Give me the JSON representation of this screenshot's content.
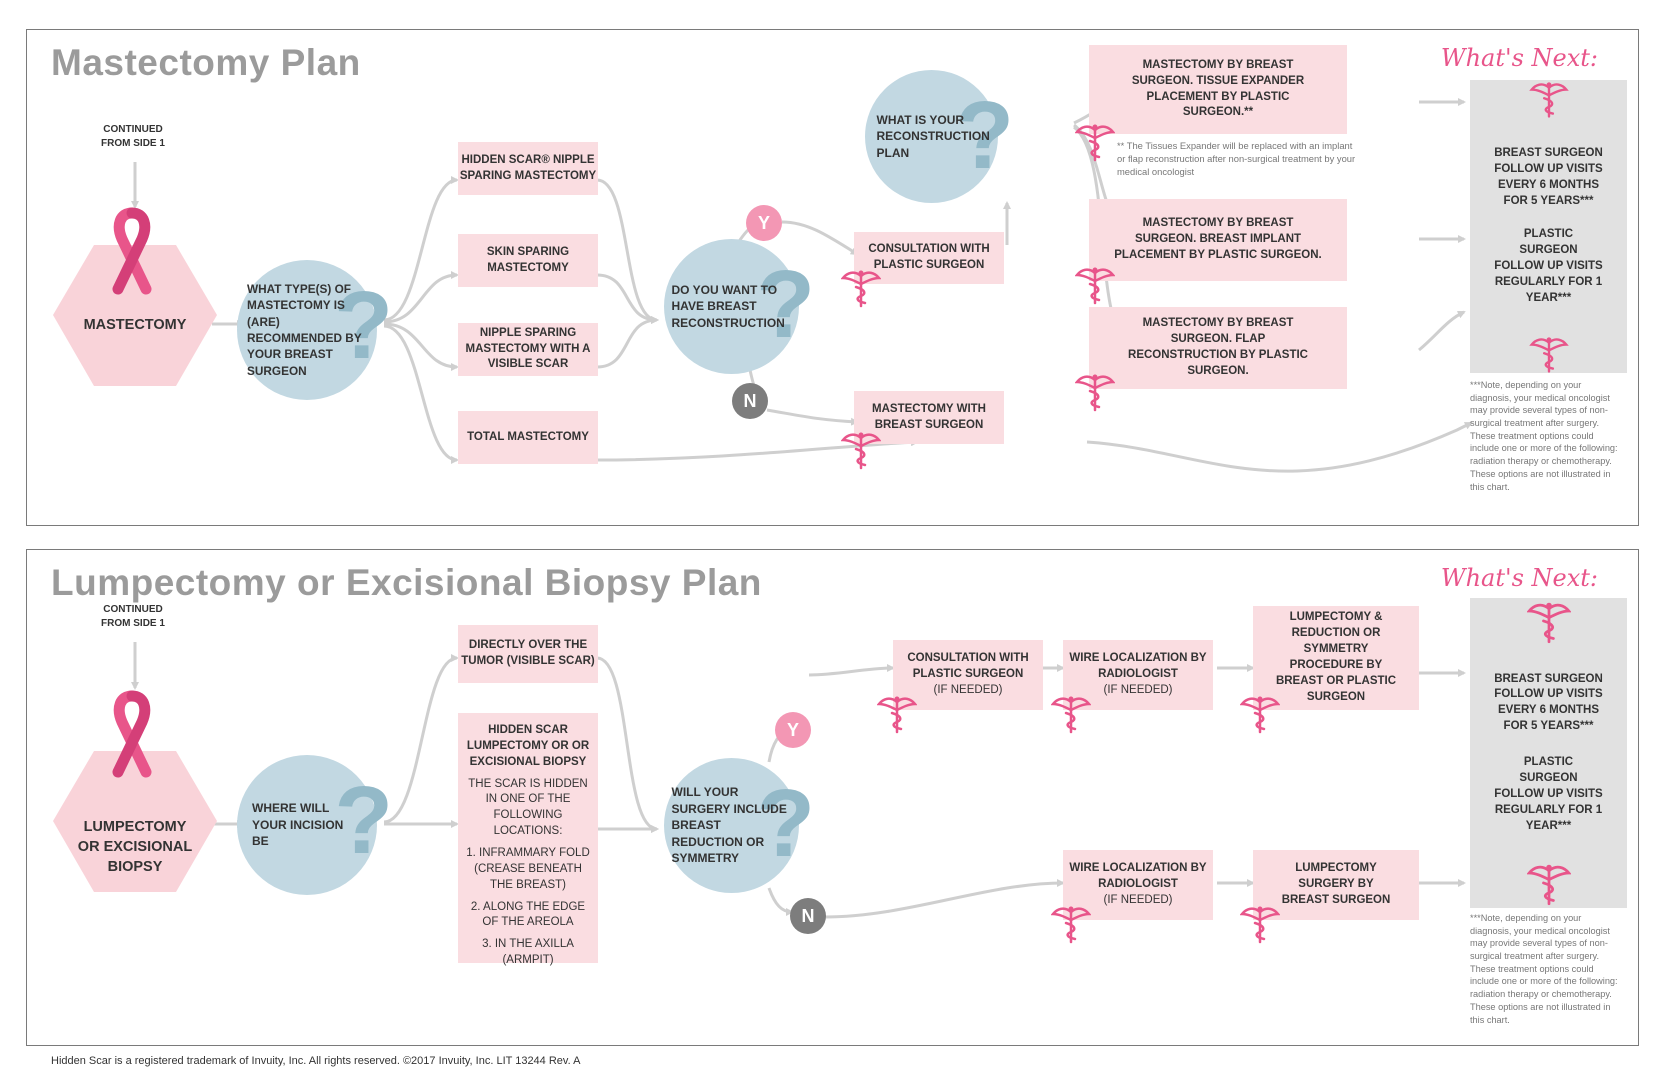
{
  "colors": {
    "box": "#fadde1",
    "circle": "#c2d8e2",
    "question": "#93b9c8",
    "hexagon": "#f9d3d9",
    "ribbon": "#e8558a",
    "yes": "#f397b4",
    "no": "#7d7d7d",
    "arrow": "#cfcfcf",
    "whats_next": "#e8558a",
    "next_panel": "#e1e1e1"
  },
  "icons": [
    "awareness-ribbon-icon",
    "caduceus-icon",
    "question-mark-icon",
    "arrow-icon"
  ],
  "mastectomy": {
    "title": "Mastectomy Plan",
    "whats_next": "What's Next:",
    "continued": "CONTINUED FROM SIDE 1",
    "start": "MASTECTOMY",
    "question_type": "WHAT TYPE(S) OF MASTECTOMY IS (ARE) RECOMMENDED BY YOUR BREAST SURGEON",
    "types": [
      "HIDDEN SCAR® NIPPLE SPARING MASTECTOMY",
      "SKIN SPARING MASTECTOMY",
      "NIPPLE SPARING MASTECTOMY WITH A VISIBLE SCAR",
      "TOTAL MASTECTOMY"
    ],
    "question_recon": "DO YOU WANT TO HAVE BREAST RECONSTRUCTION",
    "yes": "Y",
    "no": "N",
    "consultation": "CONSULTATION WITH PLASTIC SURGEON",
    "question_plan": "WHAT IS YOUR RECONSTRUCTION PLAN",
    "without_recon": "MASTECTOMY WITH BREAST SURGEON",
    "outcomes": [
      "MASTECTOMY BY BREAST SURGEON. TISSUE EXPANDER PLACEMENT BY PLASTIC SURGEON.**",
      "MASTECTOMY BY BREAST SURGEON. BREAST IMPLANT PLACEMENT BY PLASTIC SURGEON.",
      "MASTECTOMY BY BREAST SURGEON. FLAP RECONSTRUCTION BY PLASTIC SURGEON."
    ],
    "expander_note": "** The Tissues Expander will be replaced with an implant or flap reconstruction after non-surgical treatment by your medical oncologist",
    "next_breast": "BREAST SURGEON FOLLOW UP VISITS EVERY 6 MONTHS FOR 5 YEARS***",
    "next_plastic": "PLASTIC SURGEON FOLLOW UP VISITS REGULARLY FOR 1 YEAR***",
    "footnote": "***Note, depending on your diagnosis, your medical oncologist may provide several types of non-surgical treatment after surgery. These treatment options could include one or more of the following: radiation therapy or chemotherapy. These options are not illustrated in this chart."
  },
  "lumpectomy": {
    "title": "Lumpectomy or Excisional Biopsy Plan",
    "whats_next": "What's Next:",
    "continued": "CONTINUED FROM SIDE 1",
    "start": "LUMPECTOMY OR EXCISIONAL BIOPSY",
    "question_incision": "WHERE WILL YOUR INCISION BE",
    "direct": "DIRECTLY OVER THE TUMOR (VISIBLE SCAR)",
    "hidden_title": "HIDDEN SCAR LUMPECTOMY OR OR EXCISIONAL BIOPSY",
    "hidden_intro": "THE SCAR IS HIDDEN IN ONE OF THE FOLLOWING LOCATIONS:",
    "hidden_locations": [
      "1. INFRAMMARY FOLD (CREASE BENEATH THE BREAST)",
      "2.  ALONG THE EDGE OF THE AREOLA",
      "3.  IN THE AXILLA (ARMPIT)"
    ],
    "question_reduction": "WILL YOUR SURGERY INCLUDE BREAST REDUCTION OR SYMMETRY",
    "yes": "Y",
    "no": "N",
    "consultation": "CONSULTATION WITH PLASTIC SURGEON",
    "wire": "WIRE LOCALIZATION BY RADIOLOGIST",
    "if_needed": "(IF NEEDED)",
    "reduction_procedure": "LUMPECTOMY & REDUCTION OR SYMMETRY PROCEDURE BY BREAST OR PLASTIC SURGEON",
    "lumpectomy_surgery": "LUMPECTOMY SURGERY BY BREAST SURGEON",
    "next_breast": "BREAST SURGEON FOLLOW UP VISITS EVERY 6 MONTHS FOR 5 YEARS***",
    "next_plastic": "PLASTIC SURGEON FOLLOW UP VISITS REGULARLY FOR 1 YEAR***",
    "footnote": "***Note, depending on your diagnosis, your medical oncologist may provide several types of non-surgical treatment after surgery. These treatment options could include one or more of the following: radiation therapy or chemotherapy. These options are not illustrated in this chart."
  },
  "footer": "Hidden Scar is a registered trademark of Invuity, Inc. All rights reserved. ©2017 Invuity, Inc. LIT 13244 Rev. A"
}
